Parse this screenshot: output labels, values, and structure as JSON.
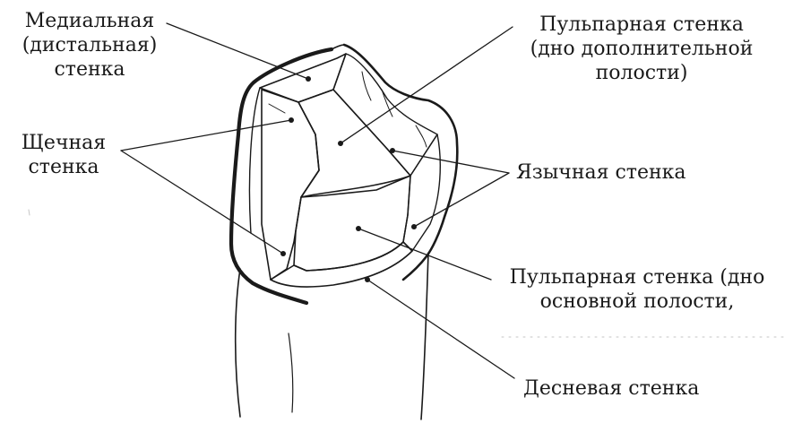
{
  "labels": {
    "medial": {
      "line1": "Медиальная",
      "line2": "(дистальная)",
      "line3": "стенка"
    },
    "pulpal_additional": {
      "line1": "Пульпарная стенка",
      "line2": "(дно дополнительной",
      "line3": "полости)"
    },
    "buccal": {
      "line1": "Щечная",
      "line2": "стенка"
    },
    "lingual": {
      "line1": "Язычная стенка"
    },
    "pulpal_main": {
      "line1": "Пульпарная стенка (дно",
      "line2": "основной полости,"
    },
    "gingival": {
      "line1": "Десневая стенка"
    }
  },
  "colors": {
    "ink": "#1a1a1a",
    "background": "#ffffff"
  }
}
